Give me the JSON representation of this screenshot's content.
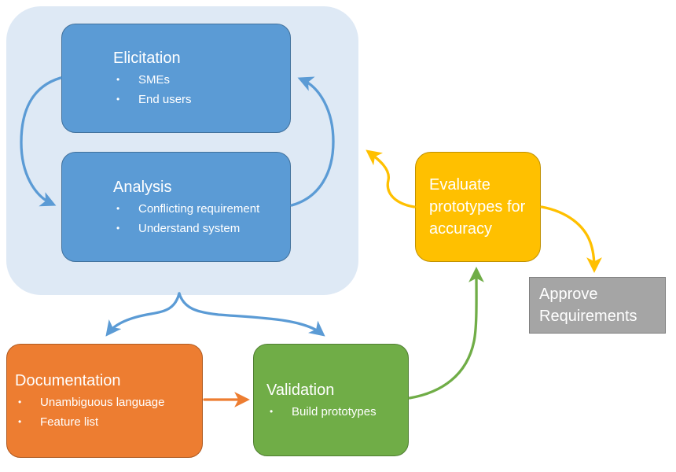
{
  "diagram": {
    "background": "#FFFFFF",
    "bullet_glyph": "•",
    "group": {
      "label": "elicitation-analysis-cycle-container",
      "fill": "#DEE9F5"
    },
    "nodes": {
      "elicitation": {
        "title": "Elicitation",
        "bullets": [
          "SMEs",
          "End users"
        ],
        "fill": "#5B9BD5",
        "border": "#41719C",
        "text": "#FFFFFF"
      },
      "analysis": {
        "title": "Analysis",
        "bullets": [
          "Conflicting requirement",
          "Understand system"
        ],
        "fill": "#5B9BD5",
        "border": "#41719C",
        "text": "#FFFFFF"
      },
      "documentation": {
        "title": "Documentation",
        "bullets": [
          "Unambiguous language",
          "Feature list"
        ],
        "fill": "#ED7D31",
        "border": "#AE5A21",
        "text": "#FFFFFF"
      },
      "validation": {
        "title": "Validation",
        "bullets": [
          "Build prototypes"
        ],
        "fill": "#70AD47",
        "border": "#507E32",
        "text": "#FFFFFF"
      },
      "evaluate": {
        "title": "Evaluate prototypes for accuracy",
        "fill": "#FFC000",
        "border": "#BF9000",
        "text": "#FFFFFF"
      },
      "approve": {
        "title": "Approve Requirements",
        "fill": "#A5A5A5",
        "border": "#7F7F7F",
        "text": "#FFFFFF"
      }
    },
    "arrow_colors": {
      "blue": "#5B9BD5",
      "orange": "#ED7D31",
      "green": "#70AD47",
      "yellow": "#FFC000"
    }
  }
}
